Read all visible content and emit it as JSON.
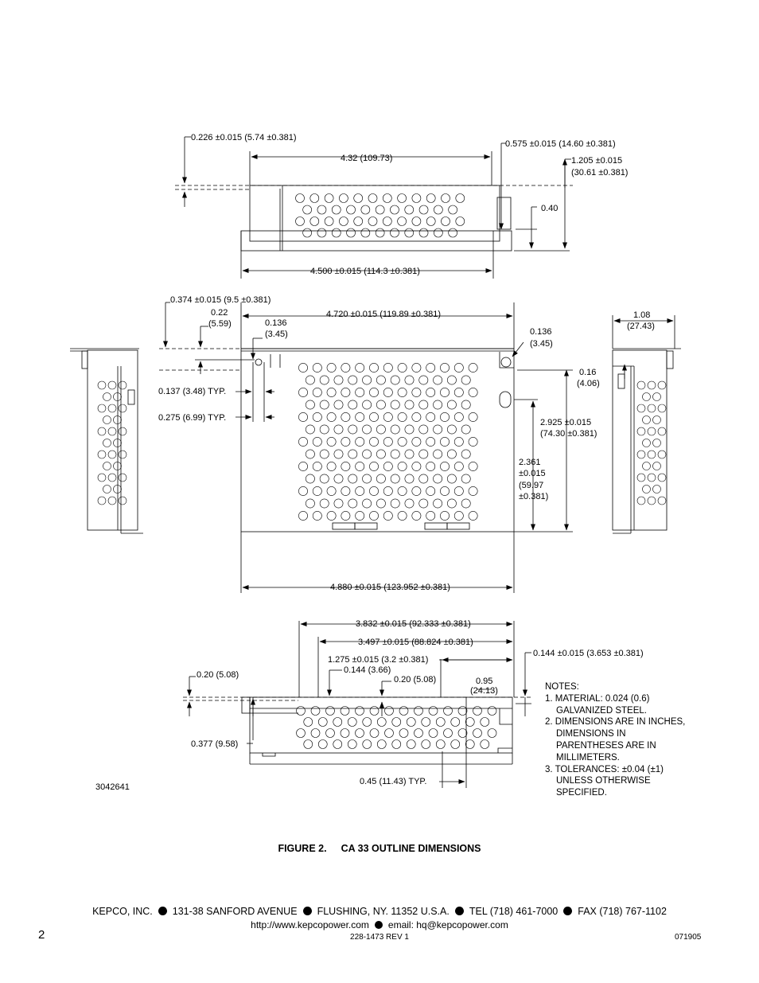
{
  "dimensions": {
    "top_left_offset": "0.226 ±0.015 (5.74 ±0.381)",
    "top_width": "4.32 (109.73)",
    "top_right_offset": "0.575 ±0.015 (14.60 ±0.381)",
    "top_height_a": "1.205 ±0.015",
    "top_height_b": "(30.61 ±0.381)",
    "top_step": "0.40",
    "top_overall": "4.500 ±0.015 (114.3 ±0.381)",
    "mid_left_offset": "0.374 ±0.015 (9.5 ±0.381)",
    "mid_022_a": "0.22",
    "mid_022_b": "(5.59)",
    "mid_0136_a": "0.136",
    "mid_0136_b": "(3.45)",
    "mid_width": "4.720 ±0.015 (119.89 ±0.381)",
    "mid_right_0136_a": "0.136",
    "mid_right_0136_b": "(3.45)",
    "mid_016_a": "0.16",
    "mid_016_b": "(4.06)",
    "mid_0137": "0.137 (3.48) TYP.",
    "mid_0275": "0.275 (6.99) TYP.",
    "mid_2925_a": "2.925 ±0.015",
    "mid_2925_b": "(74.30 ±0.381)",
    "mid_2361_a": "2.361",
    "mid_2361_b": "±0.015",
    "mid_2361_c": "(59.97",
    "mid_2361_d": "±0.381)",
    "mid_overall": "4.880 ±0.015 (123.952 ±0.381)",
    "side_width_a": "1.08",
    "side_width_b": "(27.43)",
    "bot_3832": "3.832 ±0.015 (92.333 ±0.381)",
    "bot_3497": "3.497 ±0.015 (88.824 ±0.381)",
    "bot_1275": "1.275 ±0.015 (3.2 ±0.381)",
    "bot_0144": "0.144 (3.66)",
    "bot_020": "0.20 (5.08)",
    "bot_0144_right": "0.144 ±0.015 (3.653 ±0.381)",
    "bot_020_left": "0.20 (5.08)",
    "bot_095_a": "0.95",
    "bot_095_b": "(24.13)",
    "bot_0377": "0.377 (9.58)",
    "bot_045": "0.45 (11.43) TYP."
  },
  "drawing_number": "3042641",
  "notes": {
    "title": "NOTES:",
    "n1a": "1. MATERIAL: 0.024 (0.6)",
    "n1b": "GALVANIZED STEEL.",
    "n2a": "2. DIMENSIONS ARE IN INCHES,",
    "n2b": "DIMENSIONS IN",
    "n2c": "PARENTHESES ARE IN",
    "n2d": "MILLIMETERS.",
    "n3a": "3. TOLERANCES: ±0.04 (±1)",
    "n3b": "UNLESS OTHERWISE",
    "n3c": "SPECIFIED."
  },
  "caption": {
    "figure": "FIGURE 2.",
    "title": "CA 33 OUTLINE DIMENSIONS"
  },
  "footer": {
    "company": "KEPCO, INC.",
    "street": "131-38 SANFORD AVENUE",
    "city": "FLUSHING, NY. 11352 U.S.A.",
    "tel": "TEL (718) 461-7000",
    "fax": "FAX (718) 767-1102",
    "web": "http://www.kepcopower.com",
    "email": "email: hq@kepcopower.com",
    "page": "2",
    "doc": "228-1473 REV 1",
    "date": "071905"
  }
}
